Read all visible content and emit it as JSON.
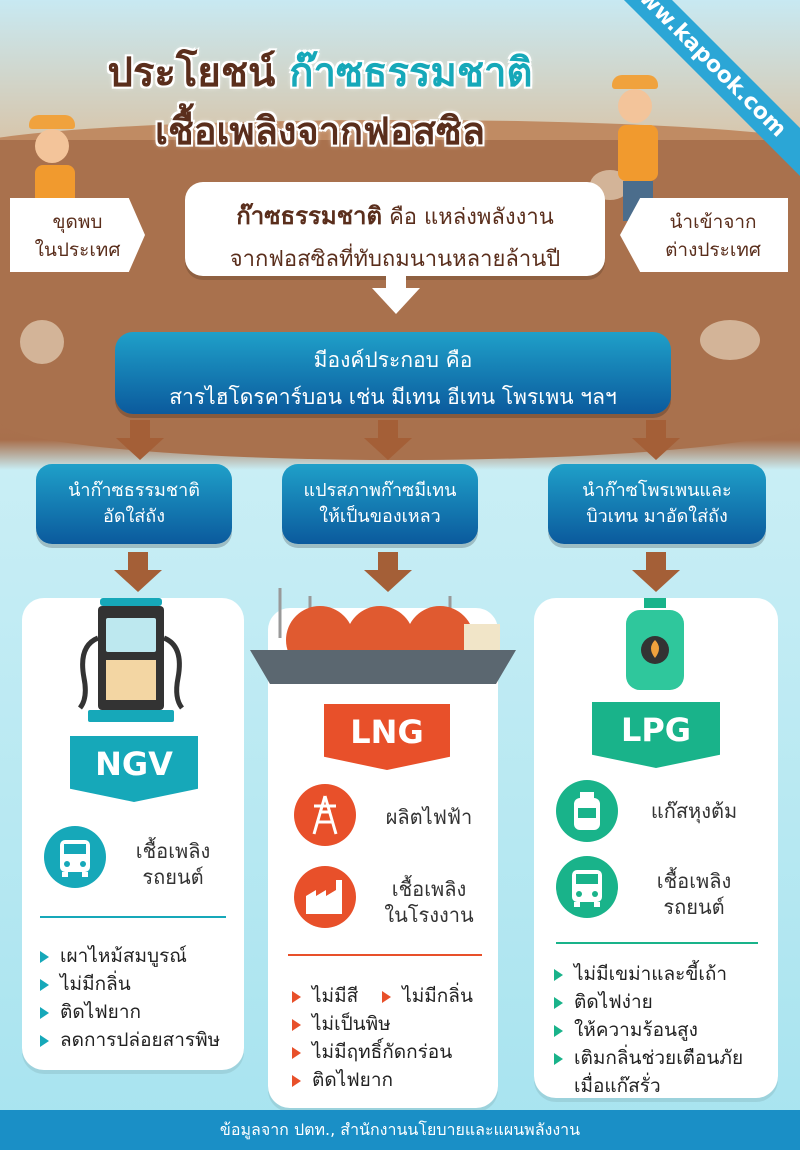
{
  "header": {
    "title_part1": "ประโยชน์",
    "title_highlight": "ก๊าซธรรมชาติ",
    "title_line2": "เชื้อเพลิงจากฟอสซิล",
    "site_ribbon": "www.kapook.com"
  },
  "source_tags": {
    "left": [
      "ขุดพบ",
      "ในประเทศ"
    ],
    "right": [
      "นำเข้าจาก",
      "ต่างประเทศ"
    ]
  },
  "definition": {
    "term": "ก๊าซธรรมชาติ",
    "rest_line1": "คือ แหล่งพลังงาน",
    "line2": "จากฟอสซิลที่ทับถมนานหลายล้านปี"
  },
  "composition": {
    "line1": "มีองค์ประกอบ คือ",
    "line2": "สารไฮโดรคาร์บอน เช่น มีเทน อีเทน โพรเพน ฯลฯ"
  },
  "processes": [
    {
      "line1": "นำก๊าซธรรมชาติ",
      "line2": "อัดใส่ถัง"
    },
    {
      "line1": "แปรสภาพก๊าซมีเทน",
      "line2": "ให้เป็นของเหลว"
    },
    {
      "line1": "นำก๊าซโพรเพนและ",
      "line2": "บิวเทน มาอัดใส่ถัง"
    }
  ],
  "cards": {
    "ngv": {
      "badge": "NGV",
      "uses": [
        {
          "lines": [
            "เชื้อเพลิง",
            "รถยนต์"
          ],
          "icon": "bus-icon"
        }
      ],
      "benefits": [
        "เผาไหม้สมบูรณ์",
        "ไม่มีกลิ่น",
        "ติดไฟยาก",
        "ลดการปล่อยสารพิษ"
      ],
      "color": "#16a8b9"
    },
    "lng": {
      "badge": "LNG",
      "uses": [
        {
          "lines": [
            "ผลิตไฟฟ้า"
          ],
          "icon": "power-tower-icon"
        },
        {
          "lines": [
            "เชื้อเพลิง",
            "ในโรงงาน"
          ],
          "icon": "factory-icon"
        }
      ],
      "benefits_row": [
        "ไม่มีสี",
        "ไม่มีกลิ่น"
      ],
      "benefits": [
        "ไม่เป็นพิษ",
        "ไม่มีฤทธิ์กัดกร่อน",
        "ติดไฟยาก"
      ],
      "color": "#e8502a"
    },
    "lpg": {
      "badge": "LPG",
      "uses": [
        {
          "lines": [
            "แก๊สหุงต้ม"
          ],
          "icon": "gas-cylinder-icon"
        },
        {
          "lines": [
            "เชื้อเพลิง",
            "รถยนต์"
          ],
          "icon": "bus-icon"
        }
      ],
      "benefits": [
        "ไม่มีเขม่าและขี้เถ้า",
        "ติดไฟง่าย",
        "ให้ความร้อนสูง",
        "เติมกลิ่นช่วยเตือนภัย",
        "เมื่อแก๊สรั่ว"
      ],
      "color": "#19b38a"
    }
  },
  "footer": "ข้อมูลจาก ปตท., สำนักงานนโยบายและแผนพลังงาน"
}
